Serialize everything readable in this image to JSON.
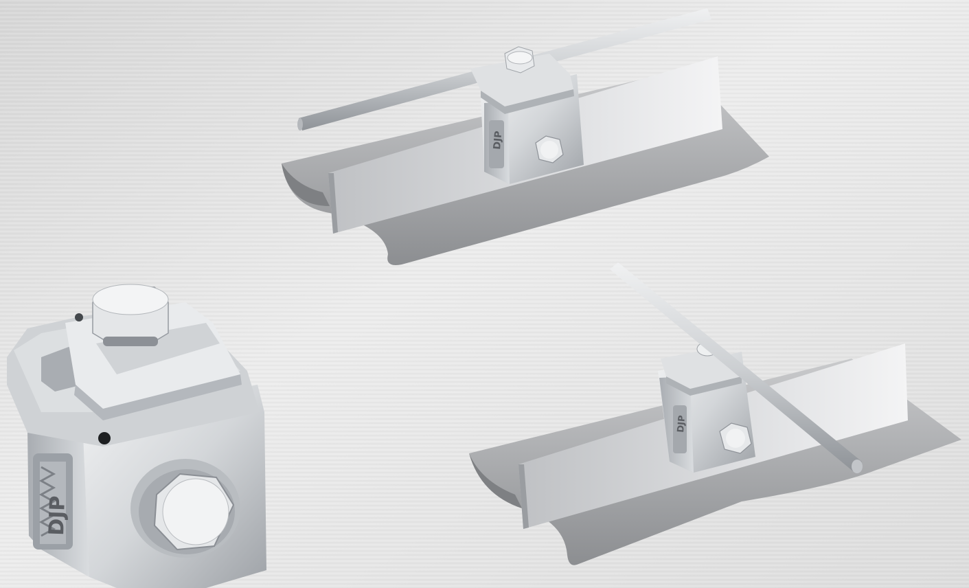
{
  "image": {
    "background": {
      "base": "#e2e2e2",
      "light": "#f0f0f0",
      "dark": "#c8c8c8"
    },
    "colors": {
      "metal_light": "#e6e8ea",
      "metal_mid": "#c9ccd0",
      "metal_dark": "#8e9298",
      "sheet_light": "#d4d5d7",
      "sheet_dark": "#8f9193",
      "shadow": "#6a6c70"
    },
    "objects": [
      {
        "name": "clamp-closeup",
        "logo": "DJP"
      },
      {
        "name": "clamp-on-standing-seam-parallel-rod",
        "logo": "DJP"
      },
      {
        "name": "clamp-on-standing-seam-cross-rod",
        "logo": "DJP"
      }
    ]
  }
}
